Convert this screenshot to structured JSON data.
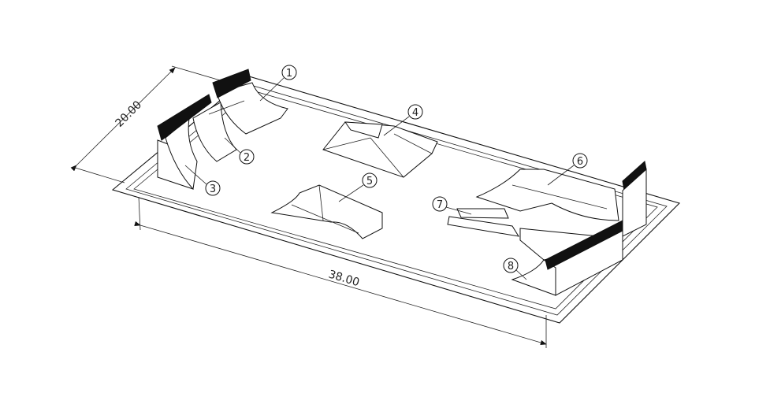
{
  "drawing": {
    "dimensions": {
      "width": "20.00",
      "length": "38.00"
    },
    "balloons": [
      "1",
      "2",
      "3",
      "4",
      "5",
      "6",
      "7",
      "8"
    ]
  }
}
